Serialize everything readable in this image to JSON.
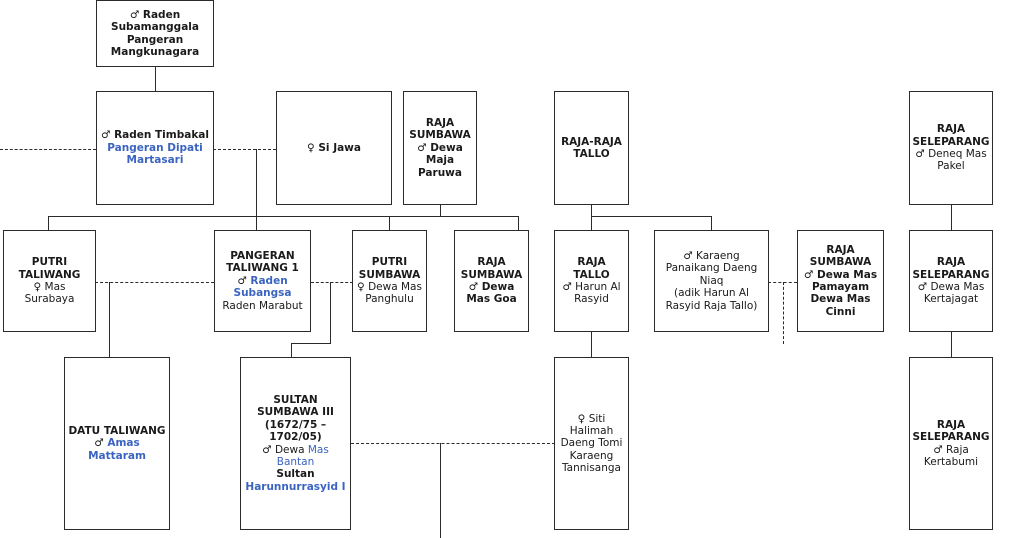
{
  "symbols": {
    "male": "♂",
    "female": "♀"
  },
  "people": {
    "subamanggala": {
      "n1": "Raden",
      "n2": "Subamanggala",
      "n3": "Pangeran",
      "n4": "Mangkunagara"
    },
    "timbakal": {
      "name": "Raden Timbakal",
      "t1": "Pangeran Dipati",
      "t2": "Martasari"
    },
    "si_jawa": {
      "name": "Si Jawa"
    },
    "raja_sumbawa_maja": {
      "t1": "RAJA",
      "t2": "SUMBAWA",
      "n1": "Dewa",
      "n2": "Maja",
      "n3": "Paruwa"
    },
    "raja_raja_tallo": {
      "t1": "RAJA-RAJA",
      "t2": "TALLO"
    },
    "seleparang_pakel": {
      "t1": "RAJA",
      "t2": "SELEPARANG",
      "n1": "Deneq Mas",
      "n2": "Pakel"
    },
    "putri_taliwang": {
      "t1": "PUTRI",
      "t2": "TALIWANG",
      "n1": "Mas Surabaya"
    },
    "pangeran_taliwang": {
      "t1": "PANGERAN",
      "t2": "TALIWANG 1",
      "n1": "Raden",
      "n2": "Subangsa",
      "n3": "Raden Marabut"
    },
    "putri_sumbawa": {
      "t1": "PUTRI",
      "t2": "SUMBAWA",
      "n1": "Dewa Mas",
      "n2": "Panghulu"
    },
    "raja_sumbawa_goa": {
      "t1": "RAJA",
      "t2": "SUMBAWA",
      "n1": "Dewa",
      "n2": "Mas Goa"
    },
    "raja_tallo": {
      "t1": "RAJA",
      "t2": "TALLO",
      "n1": "Harun Al",
      "n2": "Rasyid"
    },
    "karaeng": {
      "n1": "Karaeng",
      "n2": "Panaikang Daeng",
      "n3": "Niaq",
      "n4": "(adik Harun Al",
      "n5": "Rasyid Raja Tallo)"
    },
    "raja_sumbawa_pamayam": {
      "t1": "RAJA",
      "t2": "SUMBAWA",
      "n1": "Dewa Mas",
      "n2": "Pamayam",
      "n3": "Dewa Mas",
      "n4": "Cinni"
    },
    "seleparang_kertajagat": {
      "t1": "RAJA",
      "t2": "SELEPARANG",
      "n1": "Dewa Mas",
      "n2": "Kertajagat"
    },
    "datu_taliwang": {
      "t1": "DATU TALIWANG",
      "n1": "Amas",
      "n2": "Mattaram"
    },
    "sultan_sumbawa": {
      "t1": "SULTAN",
      "t2": "SUMBAWA III",
      "t3": "(1672/75 –",
      "t4": "1702/05)",
      "n1": "Dewa",
      "n1b": "Mas",
      "n2": "Bantan",
      "s1": "Sultan",
      "s2": "Harunnurrasyid I"
    },
    "siti_halimah": {
      "n1": "Siti",
      "n2": "Halimah",
      "n3": "Daeng Tomi",
      "n4": "Karaeng",
      "n5": "Tannisanga"
    },
    "seleparang_kertabumi": {
      "t1": "RAJA",
      "t2": "SELEPARANG",
      "n1": "Raja",
      "n2": "Kertabumi"
    }
  }
}
